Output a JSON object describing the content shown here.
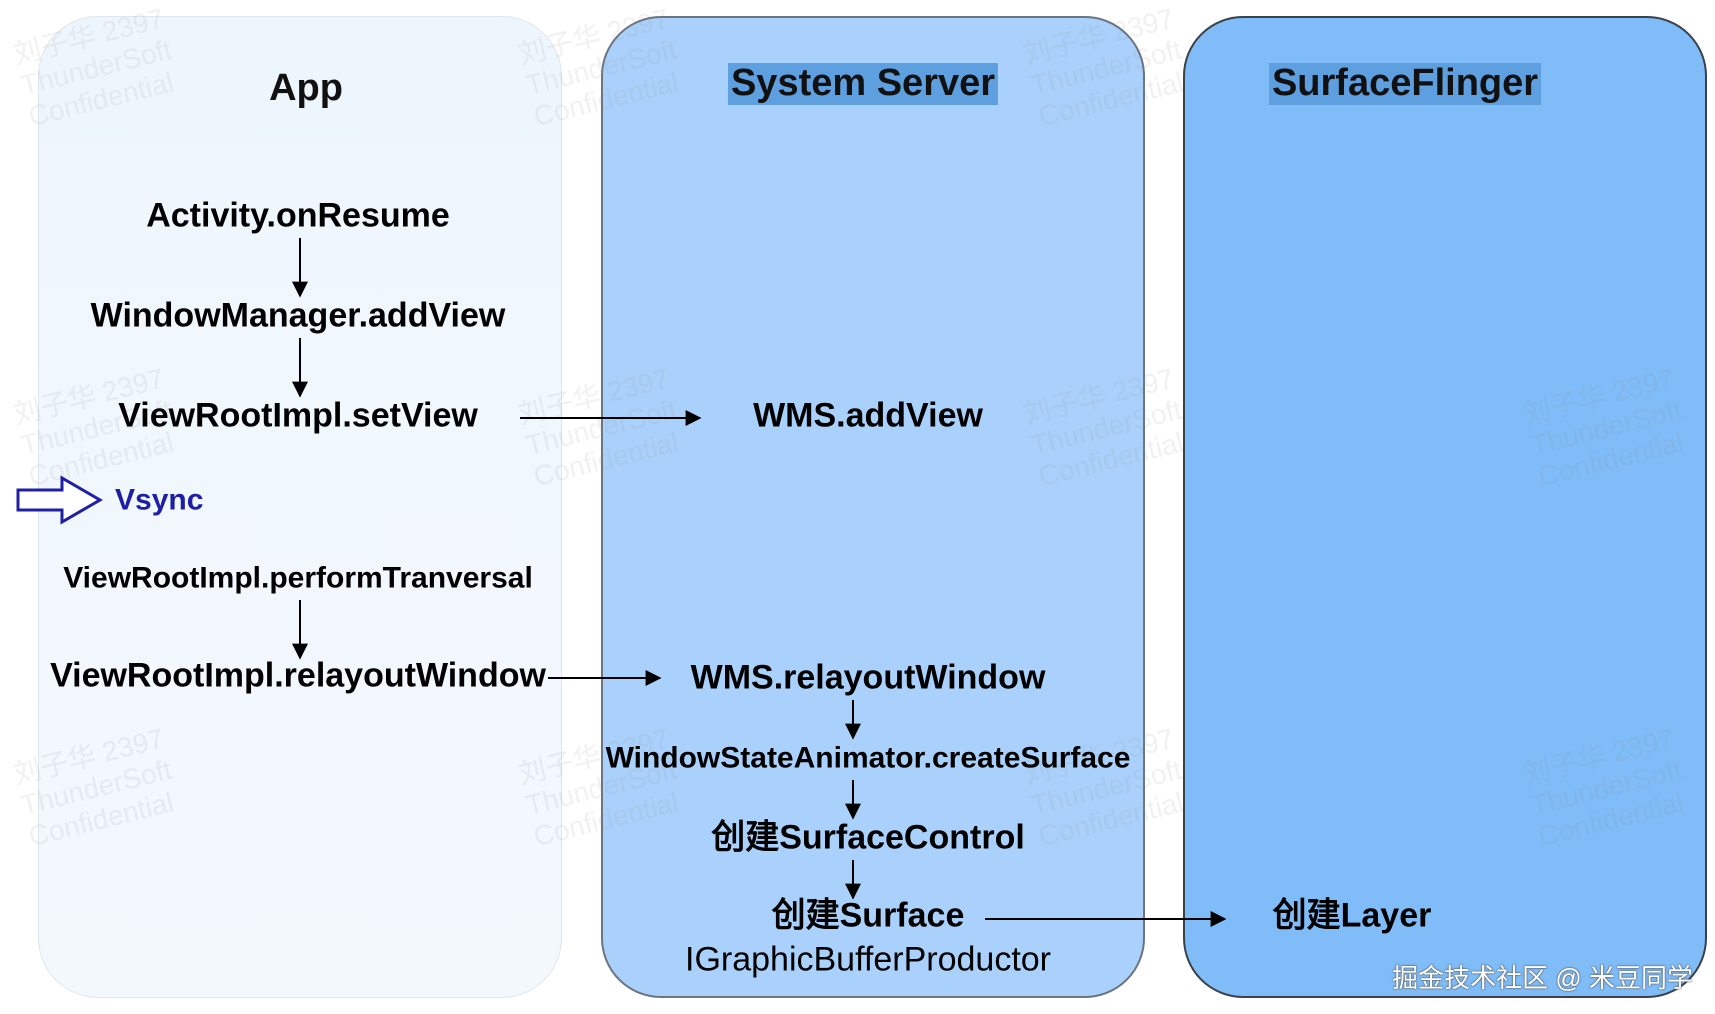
{
  "lanes": {
    "app": "App",
    "system_server": "System Server",
    "surfaceflinger": "SurfaceFlinger"
  },
  "colors": {
    "app_lane": "#eef6fd",
    "system_server_lane": "#a9d1fb",
    "surfaceflinger_lane": "#7fbcf8",
    "title_highlight": "#5e9fe0",
    "vsync": "#1f1fa6"
  },
  "nodes": {
    "activity_onresume": "Activity.onResume",
    "windowmanager_addview": "WindowManager.addView",
    "viewrootimpl_setview": "ViewRootImpl.setView",
    "vsync": "Vsync",
    "viewrootimpl_performtraversal": "ViewRootImpl.performTranversal",
    "viewrootimpl_relayoutwindow": "ViewRootImpl.relayoutWindow",
    "wms_addview": "WMS.addView",
    "wms_relayoutwindow": "WMS.relayoutWindow",
    "windowstateanimator_createsurface": "WindowStateAnimator.createSurface",
    "create_surfacecontrol": "创建SurfaceControl",
    "create_surface": "创建Surface",
    "igraphicbufferproductor": "IGraphicBufferProductor",
    "create_layer": "创建Layer"
  },
  "watermark": [
    "刘子华 2397",
    "ThunderSoft",
    "Confidential"
  ],
  "footer_credit": "掘金技术社区 @ 米豆同学"
}
